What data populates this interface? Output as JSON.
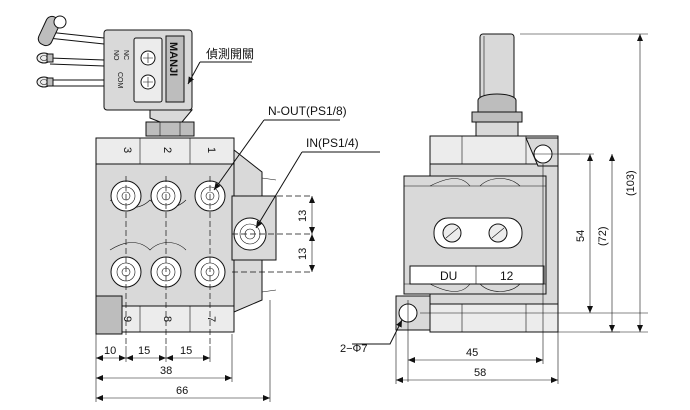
{
  "labels": {
    "detect_switch": "偵測開關",
    "n_out": "N-OUT(PS1/8)",
    "in_port": "IN(PS1/4)",
    "hole_callout": "2−Φ7",
    "brand": "MANJI",
    "switch_no": "NO",
    "switch_nc": "NC",
    "switch_com": "COM",
    "port_3": "3",
    "port_2": "2",
    "port_1": "1",
    "port_9": "9",
    "port_8": "8",
    "port_7": "7",
    "plate_du": "DU",
    "plate_12": "12"
  },
  "dimensions": {
    "front_pitch_a": "10",
    "front_pitch_b": "15",
    "front_pitch_c": "15",
    "front_width_inner": "38",
    "front_width_total": "66",
    "side_v_upper": "13",
    "side_v_lower": "13",
    "right_width_inner": "45",
    "right_width_total": "58",
    "right_height_54": "54",
    "right_height_72": "(72)",
    "right_height_103": "(103)"
  },
  "colors": {
    "line": "#111111",
    "body_fill": "#d9d9d9",
    "dark_fill": "#bdbdbd"
  }
}
